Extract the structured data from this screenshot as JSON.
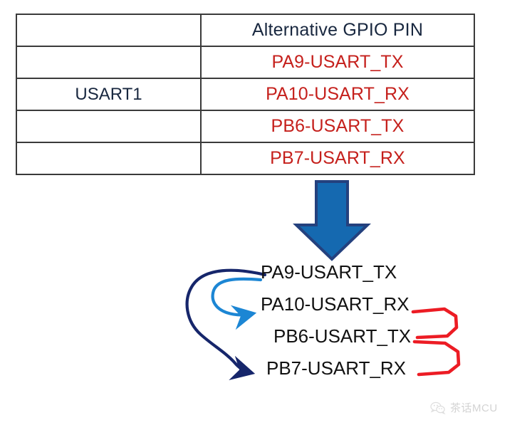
{
  "table": {
    "columns": [
      "",
      "Alternative GPIO PIN"
    ],
    "peripheral_label": "USART1",
    "rows": [
      {
        "left": "",
        "right": "Alternative GPIO PIN",
        "kind": "header"
      },
      {
        "left": "",
        "right": "PA9-USART_TX",
        "kind": "pin"
      },
      {
        "left": "USART1",
        "right": "PA10-USART_RX",
        "kind": "pin"
      },
      {
        "left": "",
        "right": "PB6-USART_TX",
        "kind": "pin"
      },
      {
        "left": "",
        "right": "PB7-USART_RX",
        "kind": "pin"
      }
    ]
  },
  "arrow": {
    "direction": "down",
    "fill_color": "#1569b0",
    "stroke_color": "#1f3d7a"
  },
  "diagram": {
    "pins": [
      {
        "label": "PA9-USART_TX"
      },
      {
        "label": "PA10-USART_RX"
      },
      {
        "label": "PB6-USART_TX"
      },
      {
        "label": "PB7-USART_RX"
      }
    ],
    "connectors": {
      "navy_color": "#16266b",
      "light_blue_color": "#1c86d4",
      "red_color": "#ec1c24"
    }
  },
  "watermark": {
    "text": "茶话MCU",
    "icon": "wechat-bubble-icon",
    "color": "#b9b9b9"
  }
}
